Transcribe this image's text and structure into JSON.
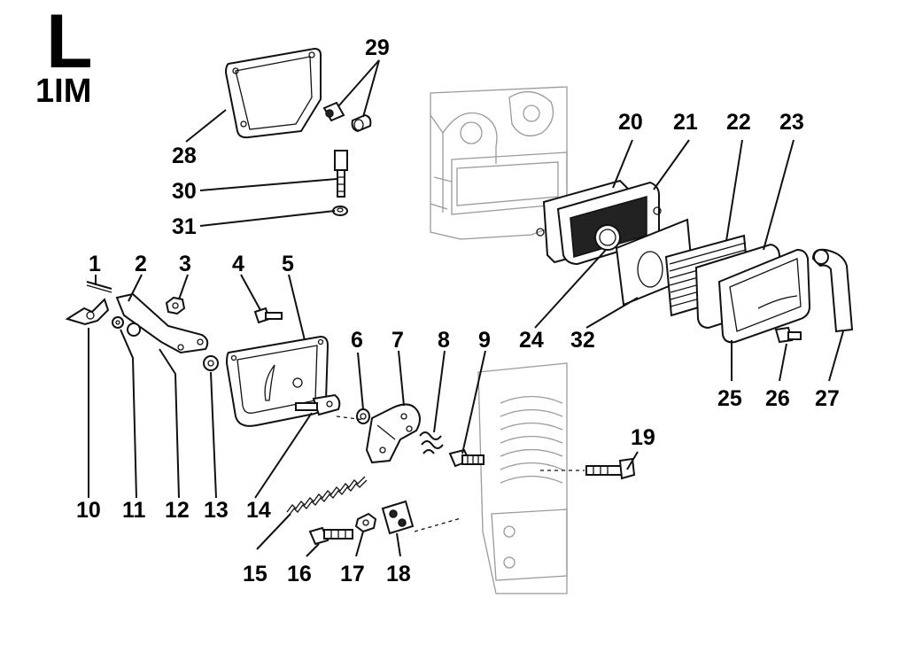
{
  "header": {
    "letter": "L",
    "code": "1IM"
  },
  "callouts": [
    {
      "id": "1",
      "label": "1"
    },
    {
      "id": "2",
      "label": "2"
    },
    {
      "id": "3",
      "label": "3"
    },
    {
      "id": "4",
      "label": "4"
    },
    {
      "id": "5",
      "label": "5"
    },
    {
      "id": "6",
      "label": "6"
    },
    {
      "id": "7",
      "label": "7"
    },
    {
      "id": "8",
      "label": "8"
    },
    {
      "id": "9",
      "label": "9"
    },
    {
      "id": "10",
      "label": "10"
    },
    {
      "id": "11",
      "label": "11"
    },
    {
      "id": "12",
      "label": "12"
    },
    {
      "id": "13",
      "label": "13"
    },
    {
      "id": "14",
      "label": "14"
    },
    {
      "id": "15",
      "label": "15"
    },
    {
      "id": "16",
      "label": "16"
    },
    {
      "id": "17",
      "label": "17"
    },
    {
      "id": "18",
      "label": "18"
    },
    {
      "id": "19",
      "label": "19"
    },
    {
      "id": "20",
      "label": "20"
    },
    {
      "id": "21",
      "label": "21"
    },
    {
      "id": "22",
      "label": "22"
    },
    {
      "id": "23",
      "label": "23"
    },
    {
      "id": "24",
      "label": "24"
    },
    {
      "id": "25",
      "label": "25"
    },
    {
      "id": "26",
      "label": "26"
    },
    {
      "id": "27",
      "label": "27"
    },
    {
      "id": "28",
      "label": "28"
    },
    {
      "id": "29",
      "label": "29"
    },
    {
      "id": "30",
      "label": "30"
    },
    {
      "id": "31",
      "label": "31"
    },
    {
      "id": "32",
      "label": "32"
    }
  ]
}
